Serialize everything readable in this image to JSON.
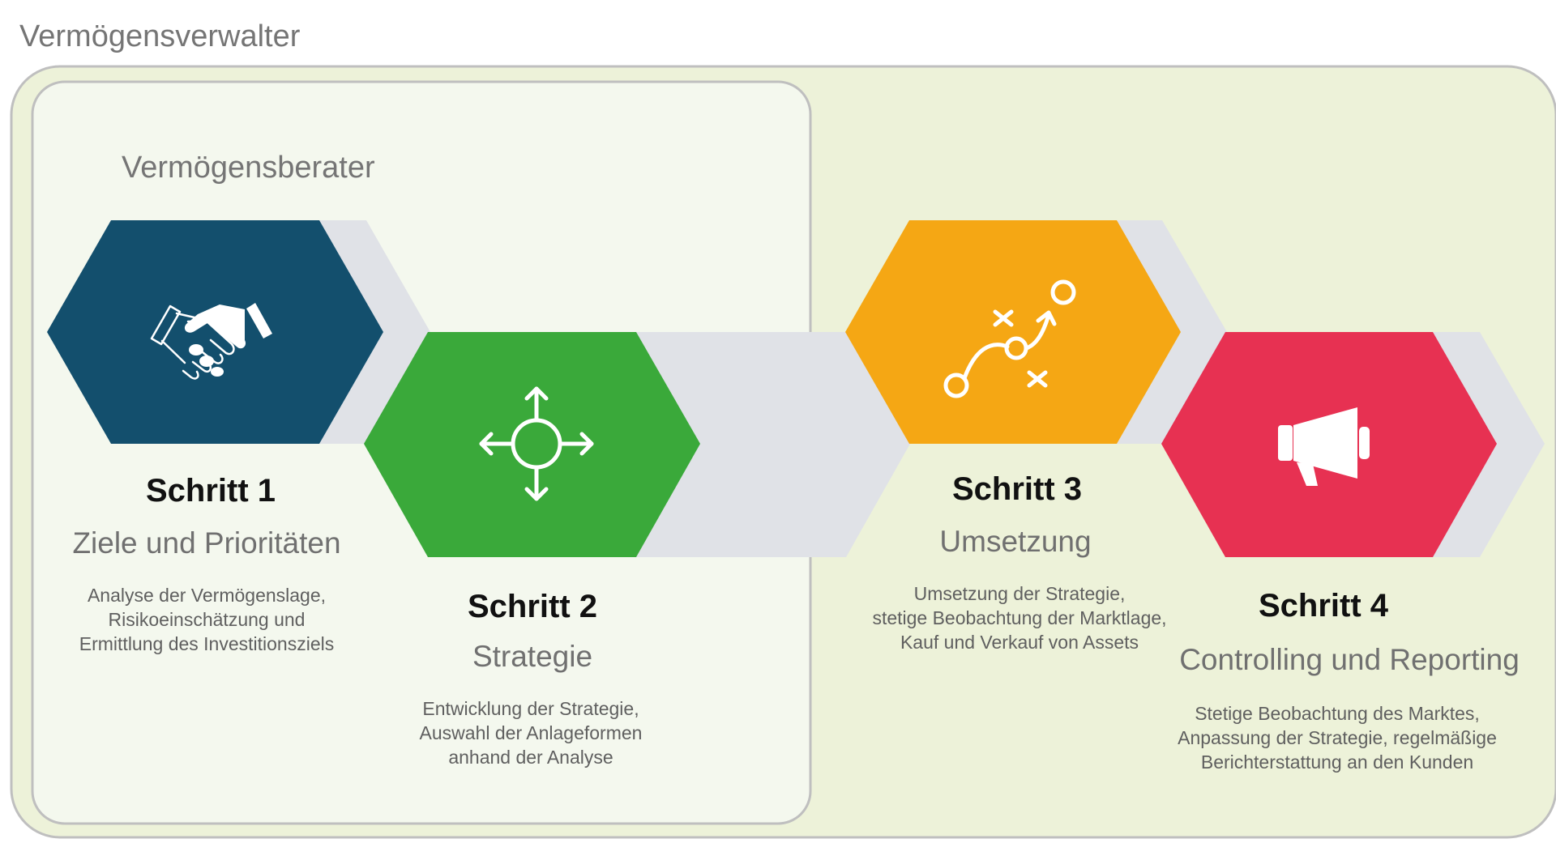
{
  "outer_label": "Vermögensverwalter",
  "inner_label": "Vermögensberater",
  "colors": {
    "outer_bg": "#edf2d9",
    "inner_bg": "#f4f8ee",
    "border": "#bfbfbf",
    "connector": "#e0e2e7",
    "step1": "#134f6d",
    "step2": "#3aa93a",
    "step3": "#f5a714",
    "step4": "#e73152"
  },
  "steps": [
    {
      "title": "Schritt 1",
      "subtitle": "Ziele und Prioritäten",
      "description": [
        "Analyse der Vermögenslage,",
        "Risikoeinschätzung und",
        "Ermittlung des Investitionsziels"
      ],
      "icon": "handshake-icon"
    },
    {
      "title": "Schritt 2",
      "subtitle": "Strategie",
      "description": [
        "Entwicklung der Strategie,",
        "Auswahl der Anlageformen",
        "anhand der Analyse"
      ],
      "icon": "compass-arrows-icon"
    },
    {
      "title": "Schritt 3",
      "subtitle": "Umsetzung",
      "description": [
        "Umsetzung der Strategie,",
        "stetige Beobachtung der Marktlage,",
        "Kauf und Verkauf von Assets"
      ],
      "icon": "strategy-path-icon"
    },
    {
      "title": "Schritt 4",
      "subtitle": "Controlling und Reporting",
      "description": [
        "Stetige Beobachtung des Marktes,",
        "Anpassung der Strategie, regelmäßige",
        "Berichterstattung an den Kunden"
      ],
      "icon": "megaphone-icon"
    }
  ]
}
